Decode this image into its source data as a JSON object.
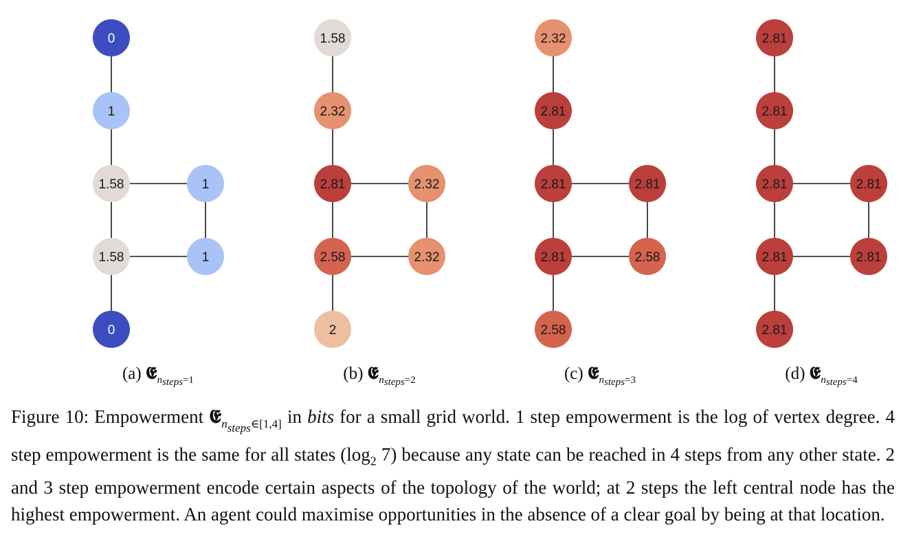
{
  "figure": {
    "graph": {
      "edges": [
        [
          0,
          1
        ],
        [
          1,
          2
        ],
        [
          2,
          3
        ],
        [
          2,
          4
        ],
        [
          3,
          5
        ],
        [
          4,
          5
        ],
        [
          4,
          6
        ]
      ]
    },
    "panels": [
      {
        "id": "a",
        "values": [
          "0",
          "1",
          "1.58",
          "1",
          "1.58",
          "1",
          "0"
        ],
        "colors": [
          "#3c4dbf",
          "#a9c3f6",
          "#e2dad6",
          "#a9c3f6",
          "#e2dad6",
          "#a9c3f6",
          "#3c4dbf"
        ],
        "label_colors": [
          "#ffffff",
          "#1a1a1a",
          "#1a1a1a",
          "#1a1a1a",
          "#1a1a1a",
          "#1a1a1a",
          "#ffffff"
        ],
        "caption_prefix": "(a)",
        "caption_symbol": "𝕰",
        "caption_sub": "n",
        "caption_sub2": "steps",
        "caption_suffix": "=1"
      },
      {
        "id": "b",
        "values": [
          "1.58",
          "2.32",
          "2.81",
          "2.32",
          "2.58",
          "2.32",
          "2"
        ],
        "colors": [
          "#e2dad6",
          "#e6916f",
          "#bb3f3b",
          "#e6916f",
          "#d5634e",
          "#e6916f",
          "#efbea0"
        ],
        "label_colors": [
          "#1a1a1a",
          "#1a1a1a",
          "#1a1a1a",
          "#1a1a1a",
          "#1a1a1a",
          "#1a1a1a",
          "#1a1a1a"
        ],
        "caption_prefix": "(b)",
        "caption_symbol": "𝕰",
        "caption_sub": "n",
        "caption_sub2": "steps",
        "caption_suffix": "=2"
      },
      {
        "id": "c",
        "values": [
          "2.32",
          "2.81",
          "2.81",
          "2.81",
          "2.81",
          "2.58",
          "2.58"
        ],
        "colors": [
          "#e6916f",
          "#bb3f3b",
          "#bb3f3b",
          "#bb3f3b",
          "#bb3f3b",
          "#d5634e",
          "#d5634e"
        ],
        "label_colors": [
          "#1a1a1a",
          "#1a1a1a",
          "#1a1a1a",
          "#1a1a1a",
          "#1a1a1a",
          "#1a1a1a",
          "#1a1a1a"
        ],
        "caption_prefix": "(c)",
        "caption_symbol": "𝕰",
        "caption_sub": "n",
        "caption_sub2": "steps",
        "caption_suffix": "=3"
      },
      {
        "id": "d",
        "values": [
          "2.81",
          "2.81",
          "2.81",
          "2.81",
          "2.81",
          "2.81",
          "2.81"
        ],
        "colors": [
          "#bb3f3b",
          "#bb3f3b",
          "#bb3f3b",
          "#bb3f3b",
          "#bb3f3b",
          "#bb3f3b",
          "#bb3f3b"
        ],
        "label_colors": [
          "#1a1a1a",
          "#1a1a1a",
          "#1a1a1a",
          "#1a1a1a",
          "#1a1a1a",
          "#1a1a1a",
          "#1a1a1a"
        ],
        "caption_prefix": "(d)",
        "caption_symbol": "𝕰",
        "caption_sub": "n",
        "caption_sub2": "steps",
        "caption_suffix": "=4"
      }
    ]
  },
  "caption": {
    "lead": "Figure 10: Empowerment ",
    "symbol": "𝕰",
    "sub": "n",
    "sub2": "steps",
    "sub3": "∈[1,4]",
    "mid": " in ",
    "bits": "bits",
    "after_bits": " for a small grid world. 1 step empowerment is the log of vertex degree. 4 step empowerment is the same for all states (log",
    "log_base": "2",
    "rest": " 7) because any state can be reached in 4 steps from any other state. 2 and 3 step empowerment encode certain aspects of the topology of the world; at 2 steps the left central node has the highest empowerment. An agent could maximise opportunities in the absence of a clear goal by being at that location."
  }
}
